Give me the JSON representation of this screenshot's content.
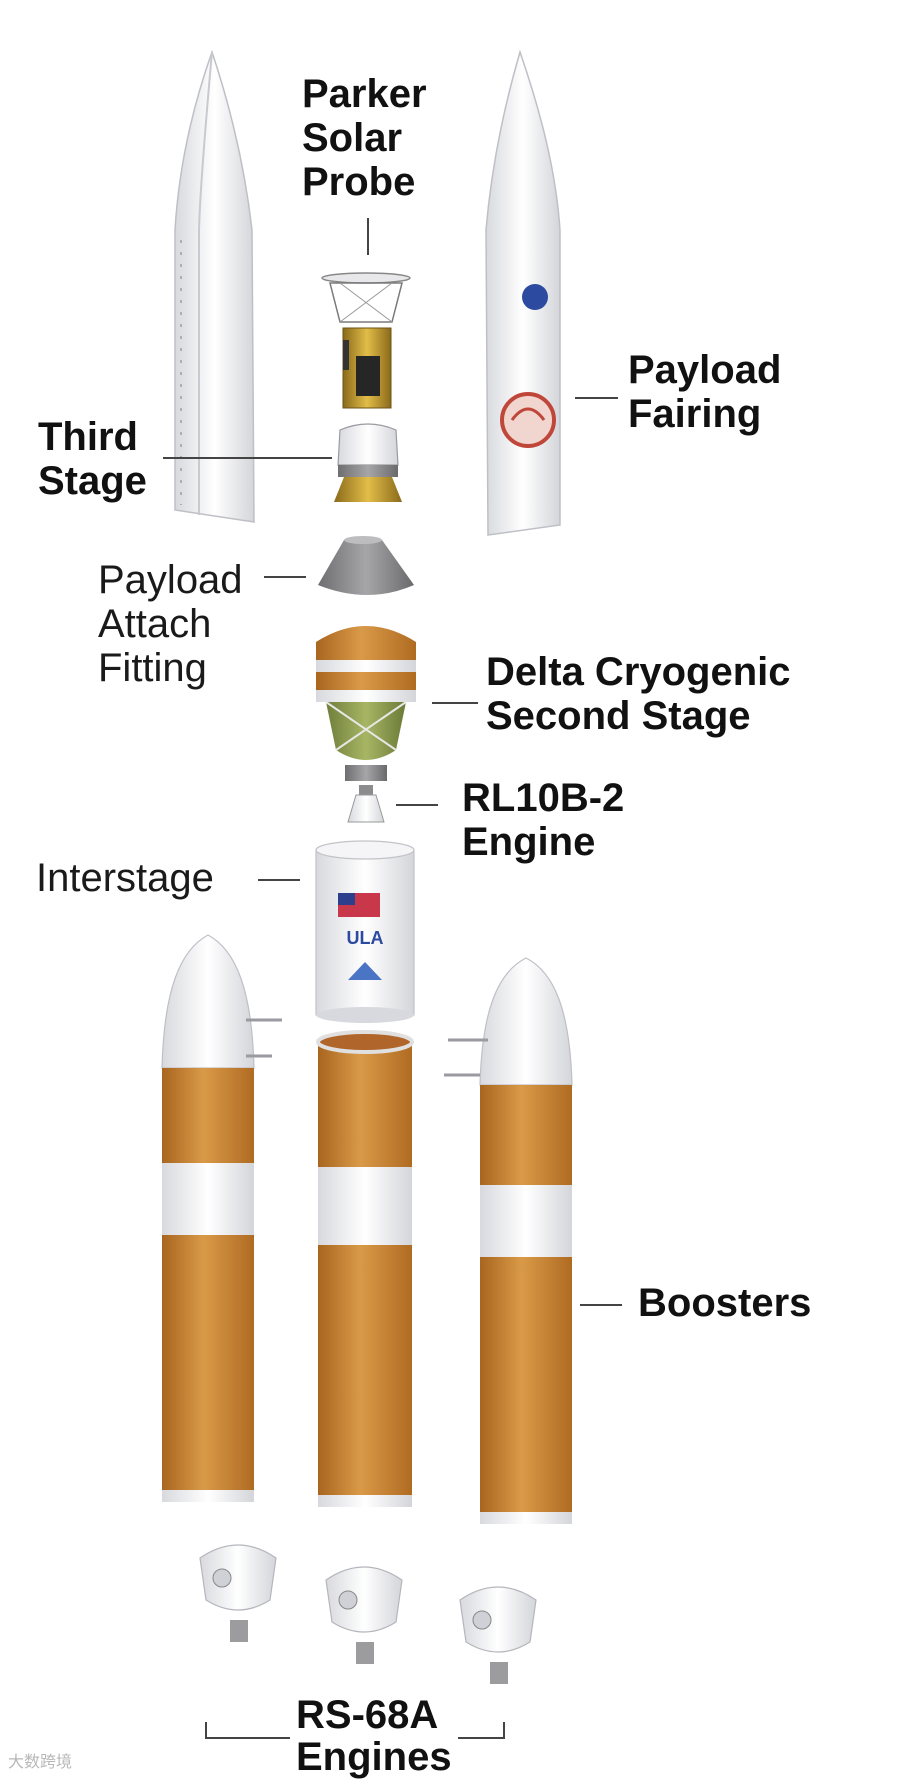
{
  "colors": {
    "orange": "#c9822f",
    "orange_dark": "#9e5f1c",
    "white_part": "#f2f2f4",
    "grey_part": "#8f8f91",
    "gold": "#c9a233",
    "label_text": "#111111",
    "leader_line": "#444444"
  },
  "labels": {
    "parker_solar_probe": "Parker\nSolar\nProbe",
    "payload_fairing": "Payload\nFairing",
    "third_stage": "Third\nStage",
    "payload_attach_fitting": "Payload\nAttach\nFitting",
    "delta_cryogenic_second_stage": "Delta Cryogenic\nSecond Stage",
    "rl10b2_engine": "RL10B-2\nEngine",
    "interstage": "Interstage",
    "boosters": "Boosters",
    "rs68a_engines": "RS-68A\nEngines"
  },
  "watermark": "大数跨境"
}
